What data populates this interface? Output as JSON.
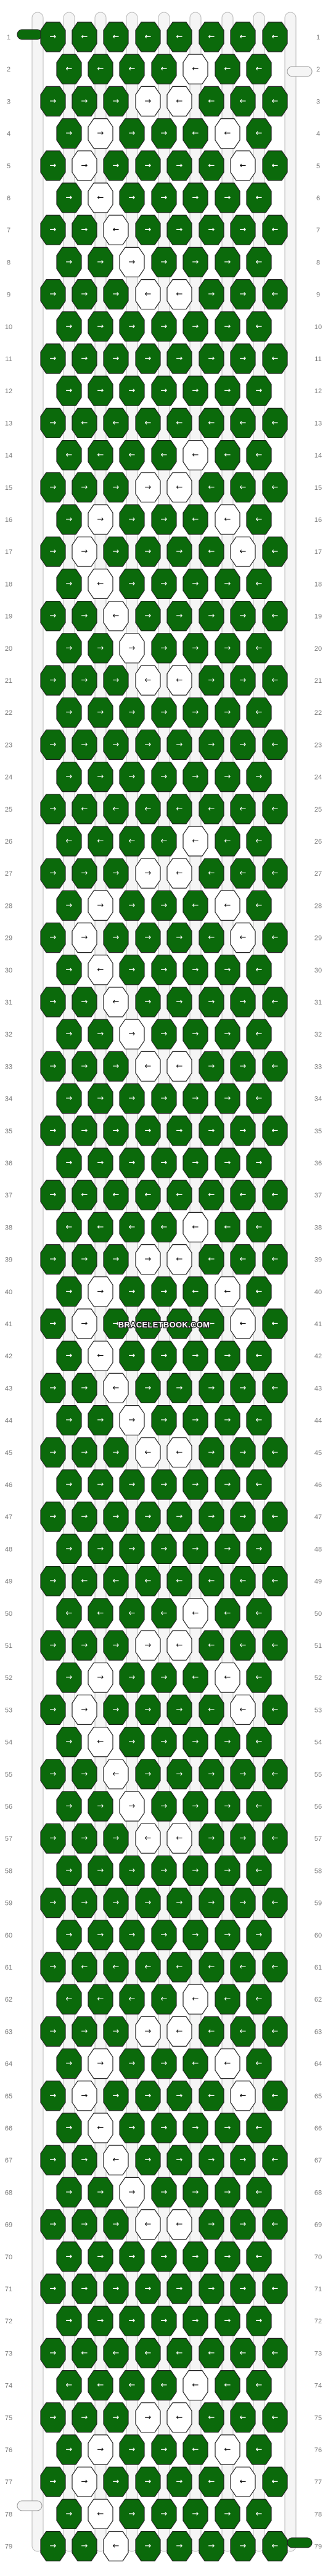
{
  "watermark": "BRACELETBOOK.COM",
  "rows": 79,
  "strings": 16,
  "colors": {
    "green": "#0b6a0b",
    "green_dark": "#054305",
    "white": "#ffffff",
    "outline": "#222222",
    "thread_white": "#f5f5f5",
    "arrow_on_green": "#ffffff",
    "arrow_on_white": "#111111"
  },
  "icons": {
    "right": "arrow-right-icon",
    "left": "arrow-left-icon"
  },
  "repeat_period": 12,
  "knot_rows_template": [
    {
      "knots": [
        "G>",
        "G<",
        "G<",
        "G<",
        "G<",
        "G<",
        "G<",
        "G<"
      ]
    },
    {
      "knots": [
        "G<",
        "G<",
        "G<",
        "G<",
        "W<",
        "G<",
        "G<"
      ]
    },
    {
      "knots": [
        "G>",
        "G>",
        "G>",
        "W>",
        "W<",
        "G<",
        "G<",
        "G<"
      ]
    },
    {
      "knots": [
        "G>",
        "W>",
        "G>",
        "G>",
        "G<",
        "W<",
        "G<"
      ]
    },
    {
      "knots": [
        "G>",
        "W>",
        "G>",
        "G>",
        "G>",
        "G<",
        "W<",
        "G<"
      ]
    },
    {
      "knots": [
        "G>",
        "W<",
        "G>",
        "G>",
        "G>",
        "G>",
        "G<"
      ]
    },
    {
      "knots": [
        "G>",
        "G>",
        "W<",
        "G>",
        "G>",
        "G>",
        "G>",
        "G<"
      ]
    },
    {
      "knots": [
        "G>",
        "G>",
        "W>",
        "G>",
        "G>",
        "G>",
        "G<"
      ]
    },
    {
      "knots": [
        "G>",
        "G>",
        "G>",
        "W<",
        "W<",
        "G>",
        "G>",
        "G<"
      ]
    },
    {
      "knots": [
        "G>",
        "G>",
        "G>",
        "G>",
        "G>",
        "G>",
        "G<"
      ]
    },
    {
      "knots": [
        "G>",
        "G>",
        "G>",
        "G>",
        "G>",
        "G>",
        "G>",
        "G<"
      ]
    },
    {
      "knots": [
        "G>",
        "G>",
        "G>",
        "G>",
        "G>",
        "G>",
        "G>"
      ]
    }
  ],
  "first_row_override": {
    "knots": [
      "G>",
      "G<",
      "G<",
      "G<",
      "G<",
      "G<",
      "G<",
      "G<"
    ]
  }
}
